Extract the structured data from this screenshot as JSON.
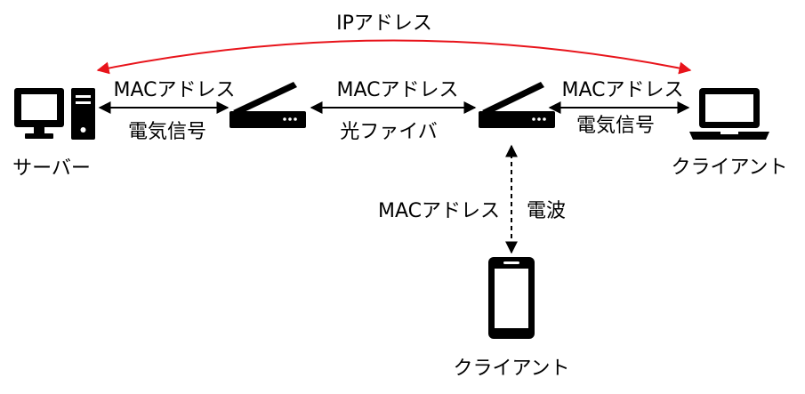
{
  "top_link": {
    "label": "IPアドレス",
    "color": "#e8141b"
  },
  "nodes": {
    "server": {
      "label": "サーバー",
      "icon": "desktop-pc-icon"
    },
    "router_left": {
      "icon": "router-icon"
    },
    "router_right": {
      "icon": "router-icon"
    },
    "client_laptop": {
      "label": "クライアント",
      "icon": "laptop-icon"
    },
    "client_phone": {
      "label": "クライアント",
      "icon": "smartphone-icon"
    }
  },
  "links": {
    "server_router": {
      "address": "MACアドレス",
      "medium": "電気信号"
    },
    "router_router": {
      "address": "MACアドレス",
      "medium": "光ファイバ"
    },
    "router_laptop": {
      "address": "MACアドレス",
      "medium": "電気信号"
    },
    "router_phone": {
      "address": "MACアドレス",
      "medium": "電波"
    }
  }
}
